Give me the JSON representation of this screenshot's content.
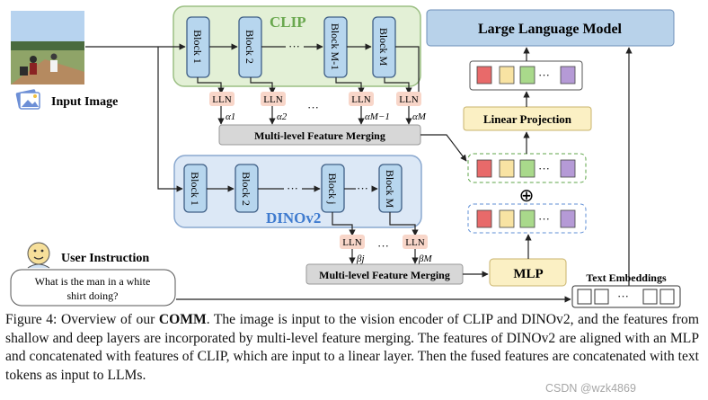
{
  "figure": {
    "input_image_label": "Input Image",
    "clip_title": "CLIP",
    "clip_blocks": [
      "Block 1",
      "Block 2",
      "Block M-1",
      "Block M"
    ],
    "dino_title": "DINOv2",
    "dino_blocks": [
      "Block 1",
      "Block 2",
      "Block j",
      "Block M"
    ],
    "lln": "LLN",
    "ellipsis": "···",
    "alphas": [
      "α1",
      "α2",
      "αM−1",
      "αM"
    ],
    "betas": [
      "βj",
      "βM"
    ],
    "mlfm_label": "Multi-level Feature Merging",
    "llm_label": "Large Language Model",
    "linear_projection": "Linear Projection",
    "mlp_label": "MLP",
    "oplus": "⊕",
    "text_embeddings": "Text Embeddings",
    "user_instruction": "User Instruction",
    "instruction_line1": "What is the man in a white",
    "instruction_line2": "shirt doing?",
    "token_colors": [
      "#e86a6a",
      "#f8e3a3",
      "#a9d98b",
      "#b59ad6"
    ]
  },
  "caption": {
    "figure_num": "Figure 4: Overview of our ",
    "bold": "COMM",
    "text": ". The image is input to the vision encoder of CLIP and DINOv2, and the features from shallow and deep layers are incorporated by multi-level feature merging. The features of DINOv2 are aligned with an MLP and concatenated with features of CLIP, which are input to a linear layer. Then the fused features are concatenated with text tokens as input to LLMs."
  },
  "watermark": "CSDN @wzk4869"
}
